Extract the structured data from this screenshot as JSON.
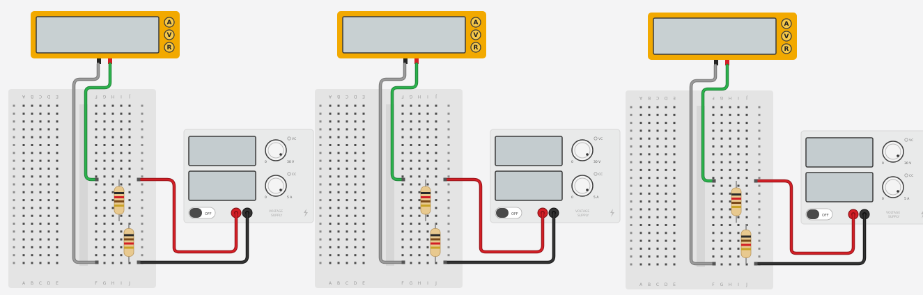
{
  "colors": {
    "background": "#f4f4f5",
    "breadboard": "#e4e4e4",
    "hole": "#4a4a4a",
    "multimeter_body": "#f2a900",
    "multimeter_screen": "#c8d0d2",
    "wire_red": "#d21f26",
    "wire_green": "#2bb24c",
    "wire_black": "#333333",
    "wire_gray": "#9a9a9a",
    "supply_body": "#e9eaea",
    "supply_screen": "#c4cccf"
  },
  "icons": {
    "power_toggle": "toggle-switch-icon",
    "supply_logo": "lightning-bolt-icon"
  },
  "multimeter": {
    "modes": [
      "A",
      "V",
      "R"
    ]
  },
  "breadboard": {
    "column_letters": [
      "A",
      "B",
      "C",
      "D",
      "E",
      "F",
      "G",
      "H",
      "I",
      "J"
    ]
  },
  "power_supply": {
    "voltage_label": "VC",
    "current_label": "CC",
    "voltage_scale_min": "0",
    "voltage_scale_max": "30 V",
    "current_scale_min": "0",
    "current_scale_max": "5 A",
    "toggle_label": "OFF",
    "brand_line1": "VOLTAGE",
    "brand_line2": "SUPPLY"
  },
  "circuits": [
    {
      "id": "circuit-1",
      "mode": "series-resistors"
    },
    {
      "id": "circuit-2",
      "mode": "series-resistors"
    },
    {
      "id": "circuit-3",
      "mode": "series-resistors"
    }
  ]
}
